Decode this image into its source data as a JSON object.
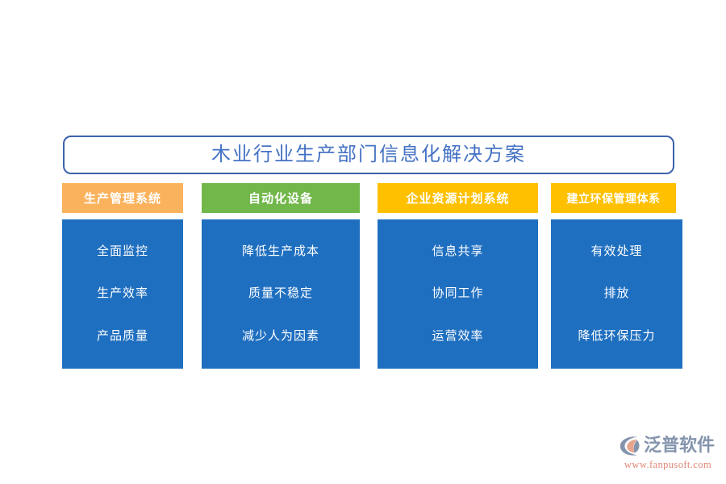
{
  "title": {
    "text": "木业行业生产部门信息化解决方案",
    "text_color": "#4472c4",
    "border_color": "#3c62ab",
    "fill_color": "#ffffff"
  },
  "columns": [
    {
      "header": "生产管理系统",
      "header_color": "#fbb25c",
      "body_color": "#1f6fc0",
      "items": [
        "全面监控",
        "生产效率",
        "产品质量"
      ]
    },
    {
      "header": "自动化设备",
      "header_color": "#71b74a",
      "body_color": "#1f6fc0",
      "items": [
        "降低生产成本",
        "质量不稳定",
        "减少人为因素"
      ]
    },
    {
      "header": "企业资源计划系统",
      "header_color": "#ffc000",
      "body_color": "#1f6fc0",
      "items": [
        "信息共享",
        "协同工作",
        "运营效率"
      ]
    },
    {
      "header": "建立环保管理体系",
      "header_color": "#ffc000",
      "body_color": "#1f6fc0",
      "items": [
        "有效处理",
        "排放",
        "降低环保压力"
      ]
    }
  ],
  "logo": {
    "name": "泛普软件",
    "url": "www.fanpusoft.com",
    "name_color": "#8494ad",
    "url_color": "#e08878",
    "mark_arc_color": "#8494ad",
    "mark_inner_color": "#e8a48c"
  }
}
